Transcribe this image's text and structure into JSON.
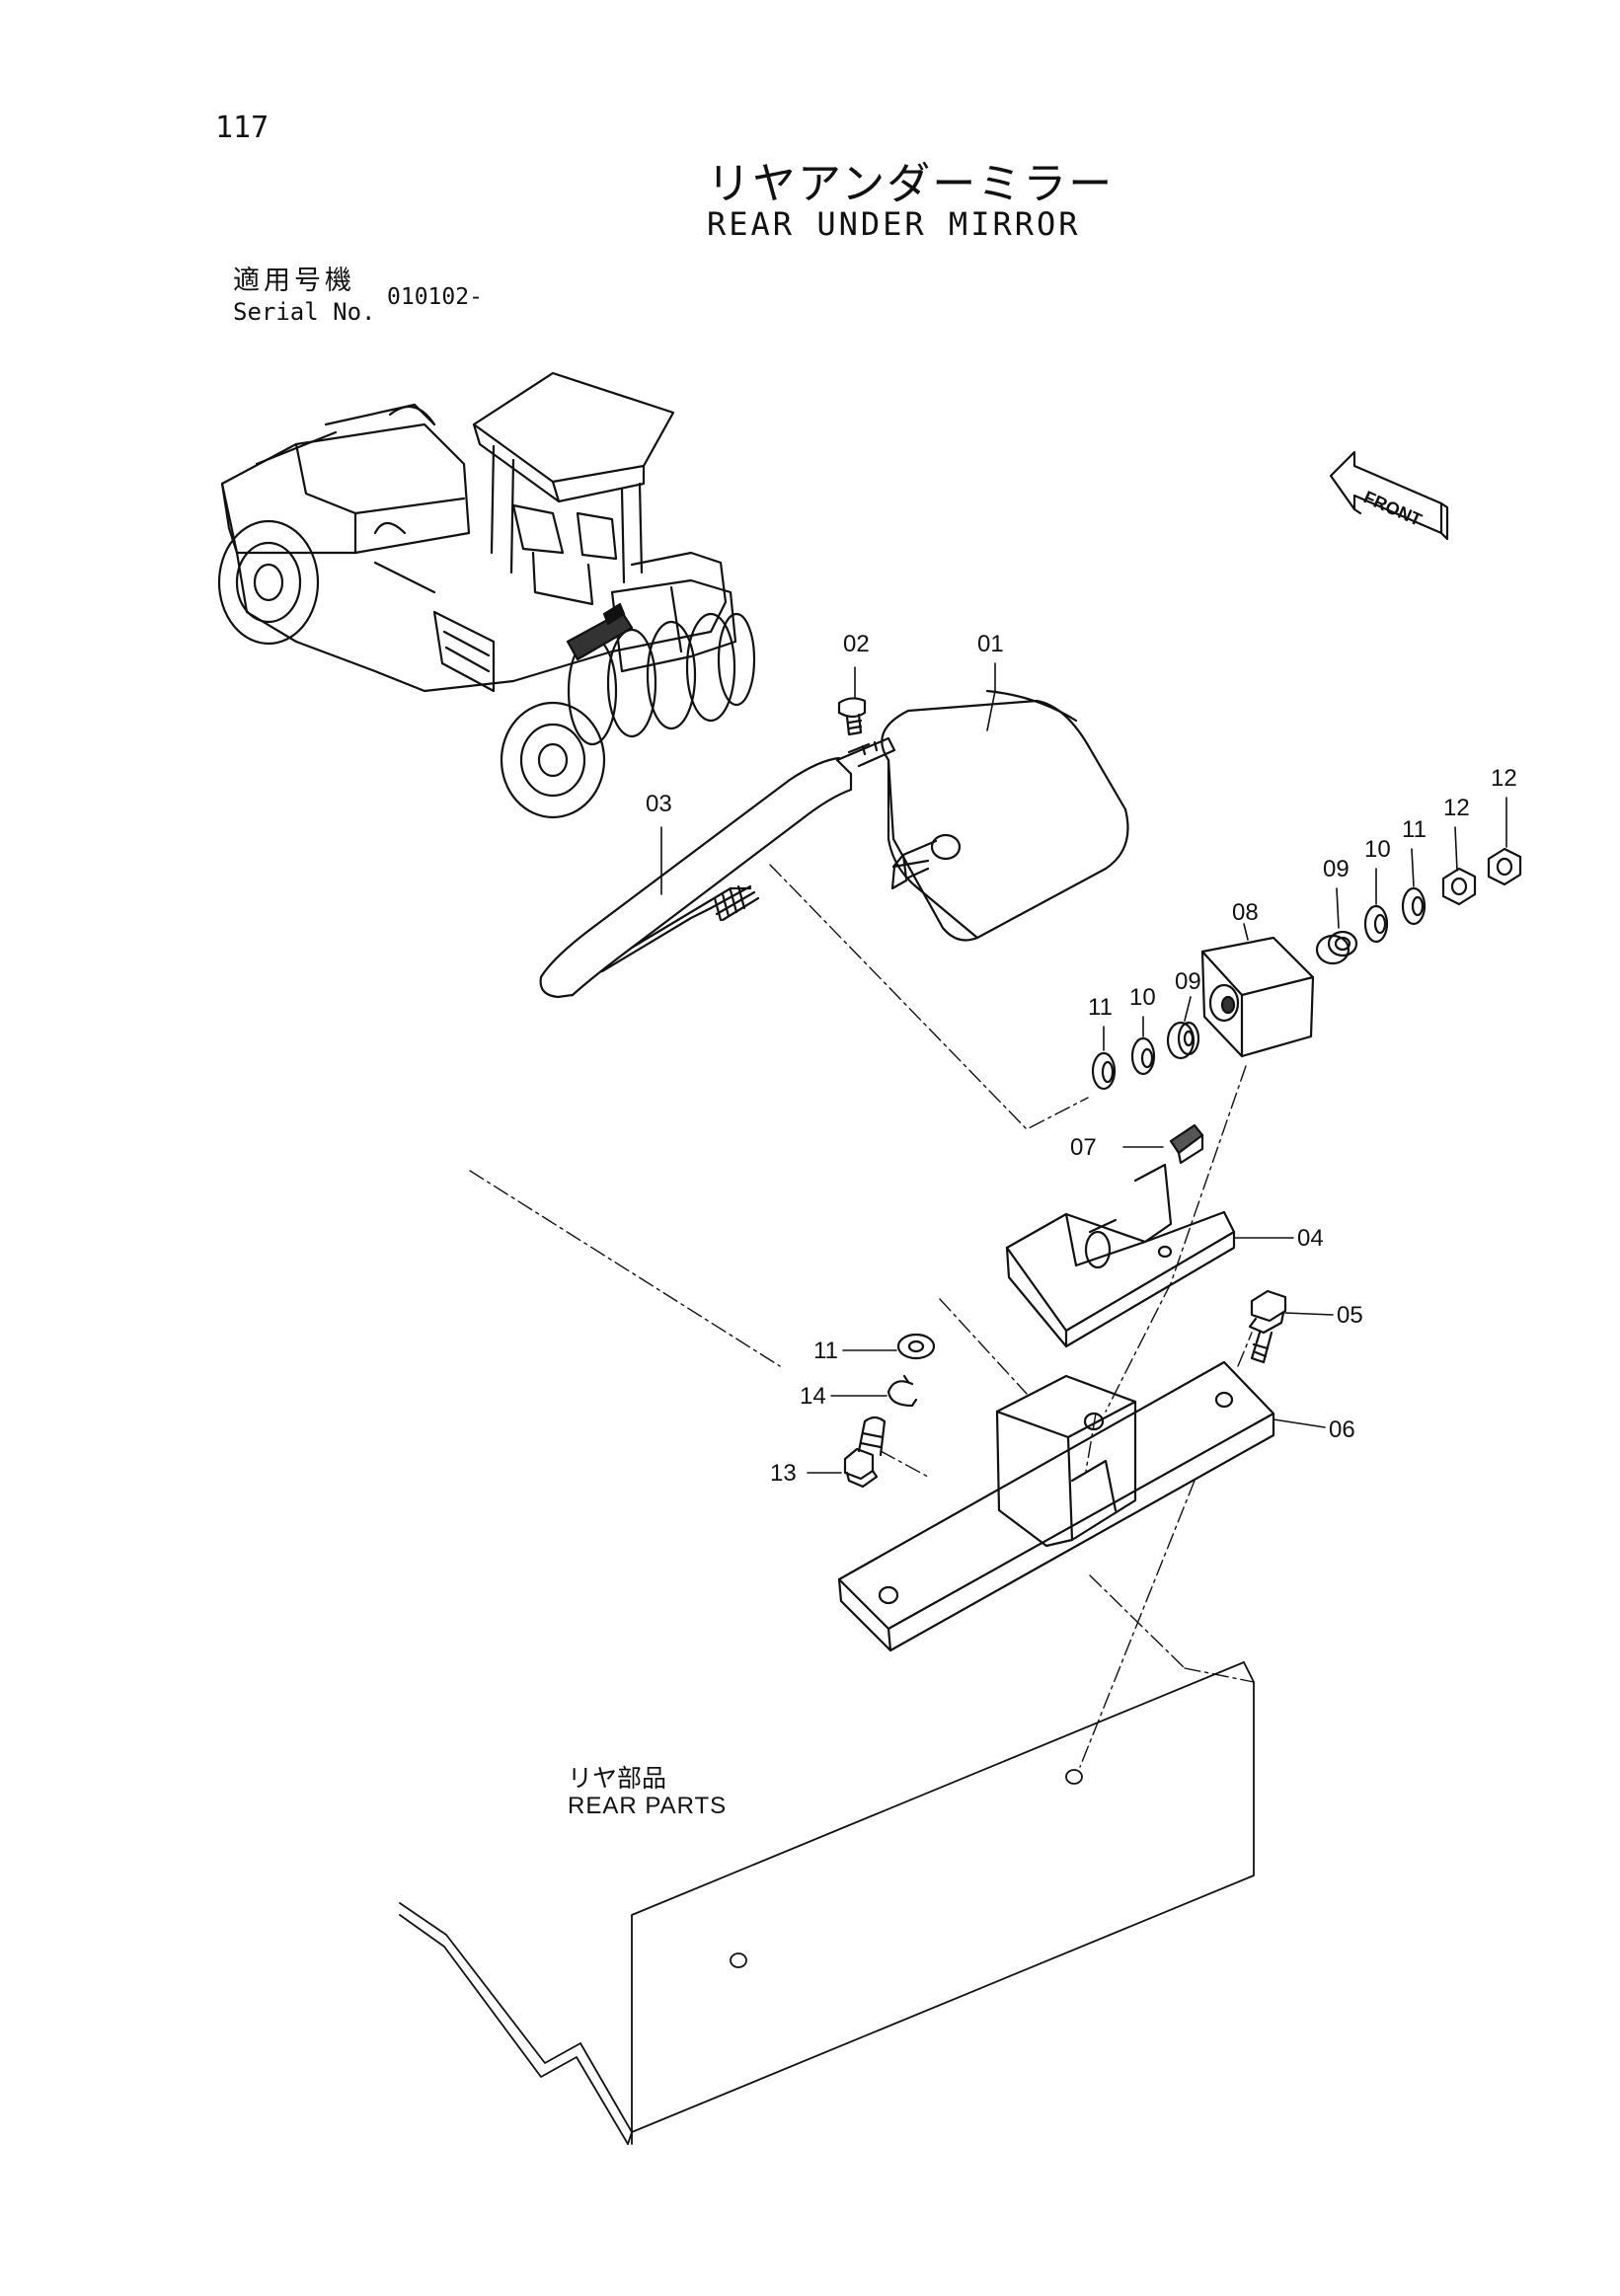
{
  "header": {
    "page_number": "117",
    "title_jp": "リヤアンダーミラー",
    "title_en": "REAR UNDER MIRROR",
    "serial_label_jp": "適用号機",
    "serial_label_en": "Serial No.",
    "serial_value": "010102-"
  },
  "front_arrow_label": "FRONT",
  "rear_parts_label": {
    "jp": "リヤ部品",
    "en": "REAR PARTS"
  },
  "callouts": [
    {
      "id": "c01",
      "text": "01"
    },
    {
      "id": "c02",
      "text": "02"
    },
    {
      "id": "c03",
      "text": "03"
    },
    {
      "id": "c04",
      "text": "04"
    },
    {
      "id": "c05",
      "text": "05"
    },
    {
      "id": "c06",
      "text": "06"
    },
    {
      "id": "c07",
      "text": "07"
    },
    {
      "id": "c08",
      "text": "08"
    },
    {
      "id": "c09a",
      "text": "09"
    },
    {
      "id": "c09b",
      "text": "09"
    },
    {
      "id": "c10a",
      "text": "10"
    },
    {
      "id": "c10b",
      "text": "10"
    },
    {
      "id": "c11a",
      "text": "11"
    },
    {
      "id": "c11b",
      "text": "11"
    },
    {
      "id": "c11c",
      "text": "11"
    },
    {
      "id": "c12a",
      "text": "12"
    },
    {
      "id": "c12b",
      "text": "12"
    },
    {
      "id": "c13",
      "text": "13"
    },
    {
      "id": "c14",
      "text": "14"
    }
  ]
}
